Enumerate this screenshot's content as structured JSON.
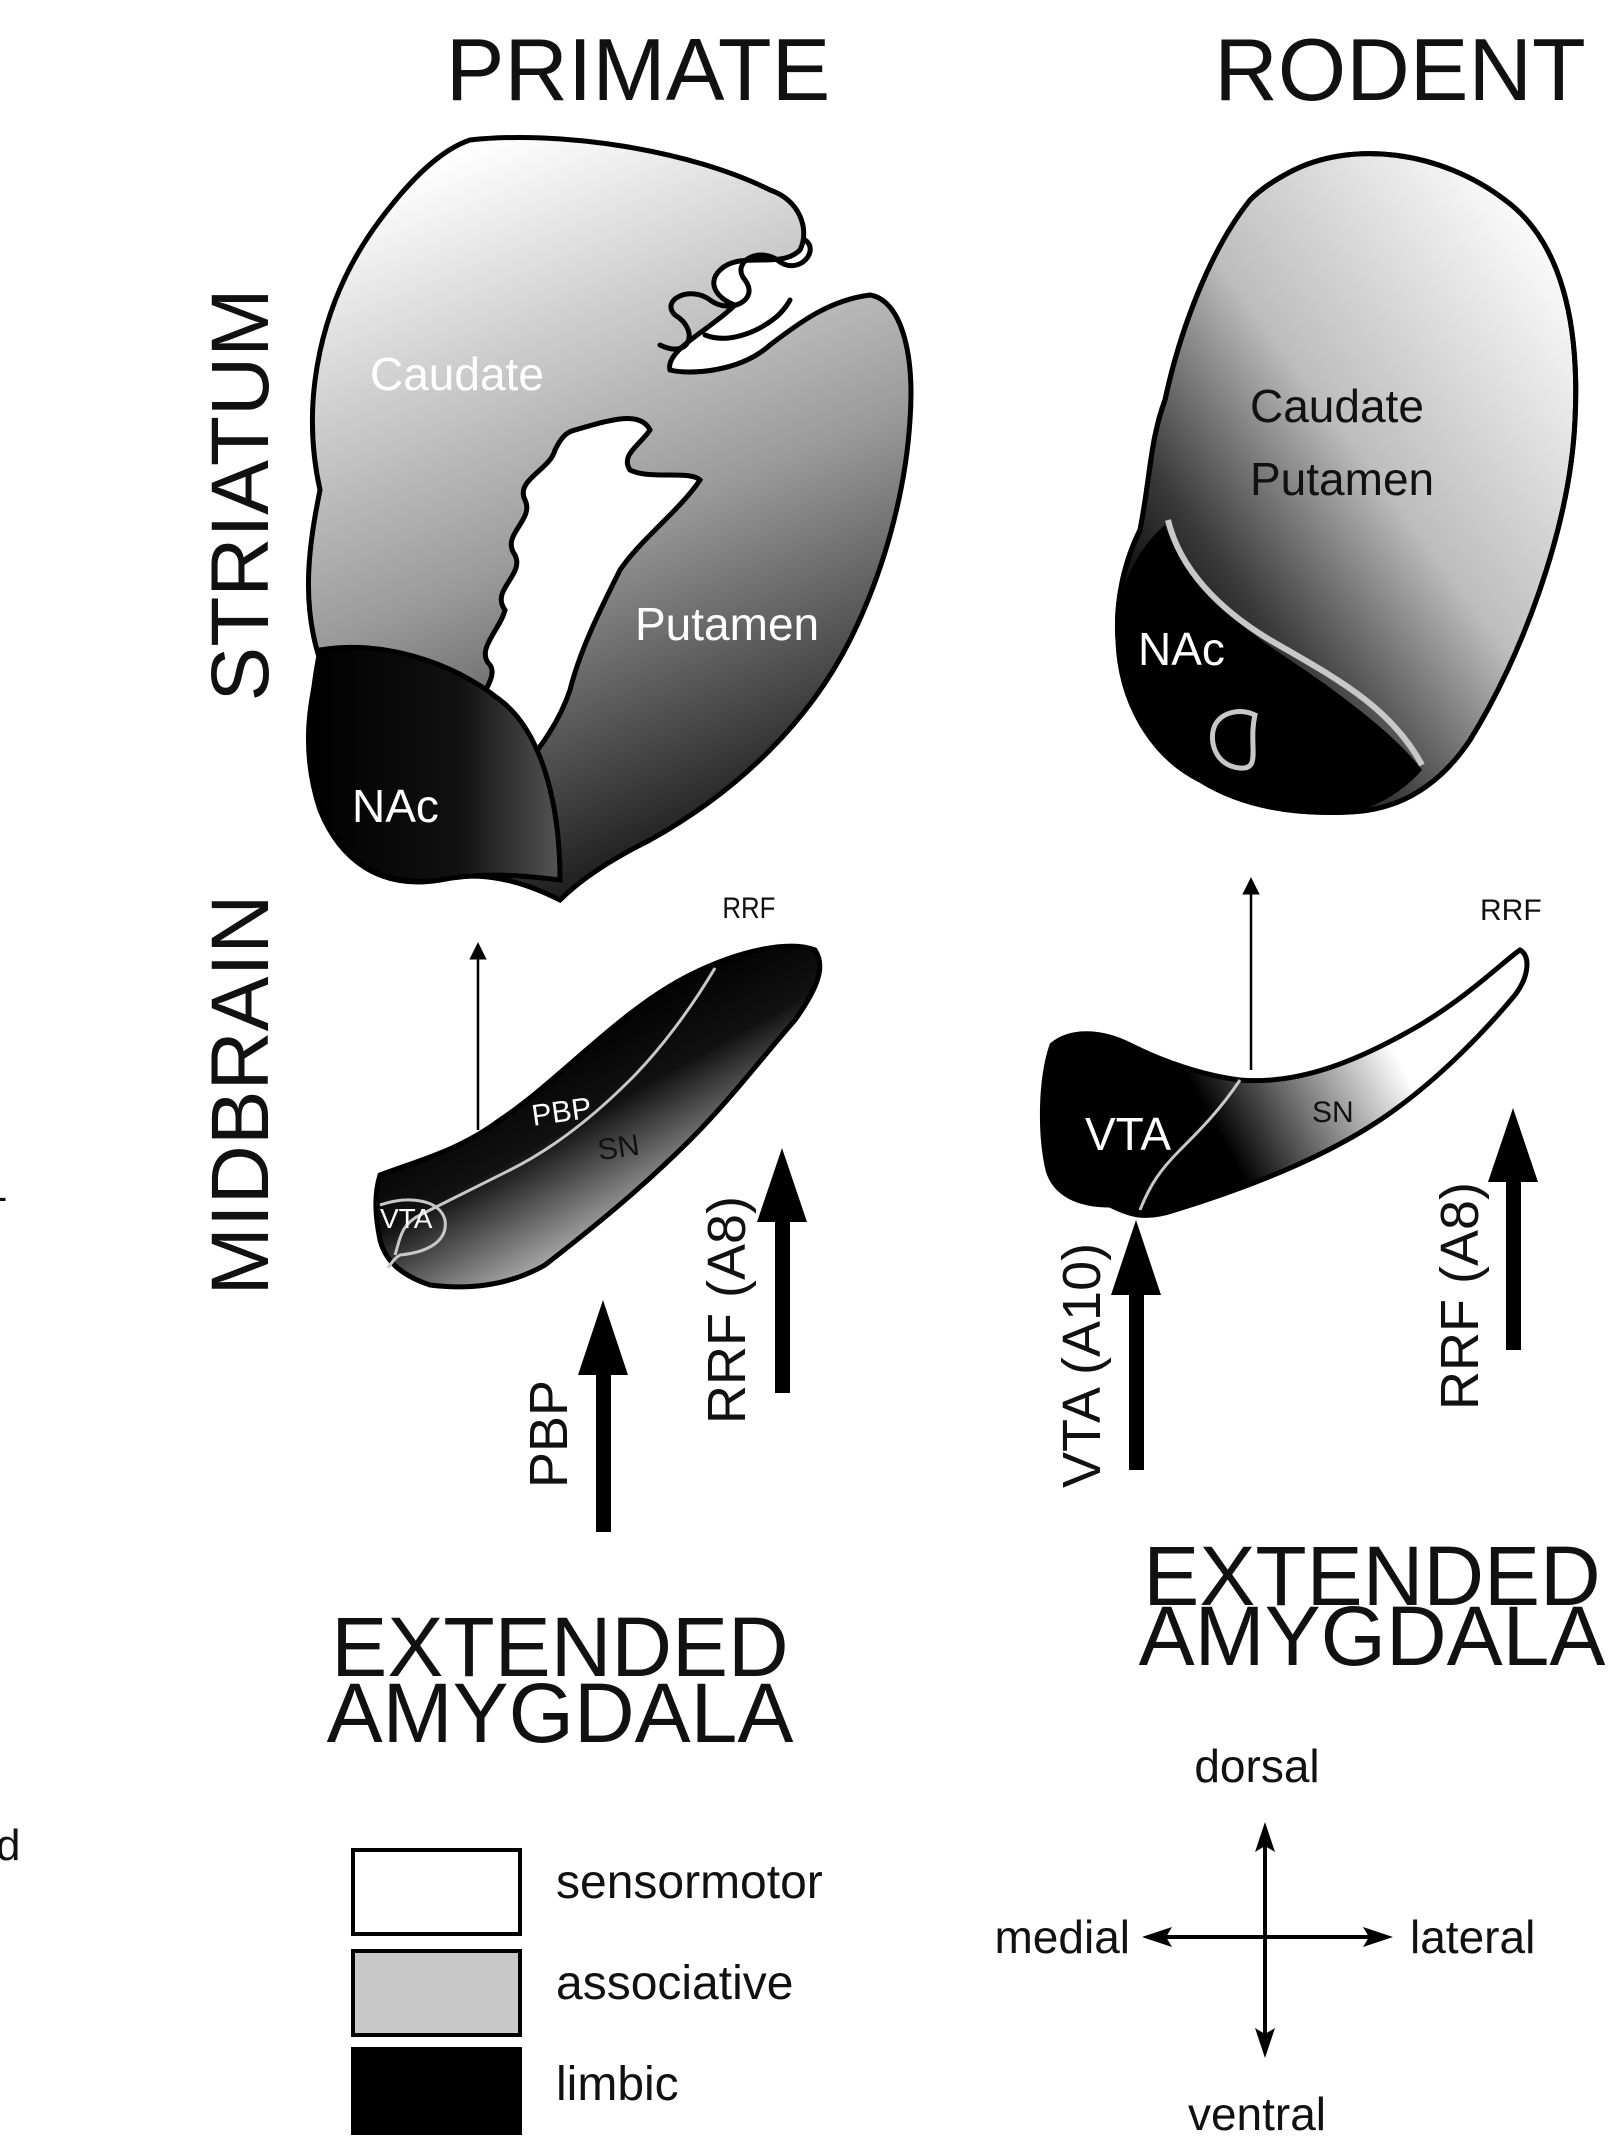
{
  "headings": {
    "primate": "PRIMATE",
    "rodent": "RODENT",
    "striatum": "STRIATUM",
    "midbrain": "MIDBRAIN"
  },
  "primate": {
    "caudate": "Caudate",
    "putamen": "Putamen",
    "nac": "NAc",
    "rrf": "RRF",
    "pbp": "PBP",
    "sn": "SN",
    "vta": "VTA",
    "arrow_pbp": "PBP",
    "arrow_rrf": "RRF (A8)",
    "extended_line1": "EXTENDED",
    "extended_line2": "AMYGDALA"
  },
  "rodent": {
    "caudate_line1": "Caudate",
    "caudate_line2": "Putamen",
    "nac": "NAc",
    "rrf": "RRF",
    "vta": "VTA",
    "sn": "SN",
    "arrow_vta": "VTA (A10)",
    "arrow_rrf": "RRF (A8)",
    "extended_line1": "EXTENDED",
    "extended_line2": "AMYGDALA"
  },
  "legend": {
    "items": [
      {
        "label": "sensormotor",
        "color": "#ffffff"
      },
      {
        "label": "associative",
        "color": "#c8c8c8"
      },
      {
        "label": "limbic",
        "color": "#000000"
      }
    ]
  },
  "compass": {
    "dorsal": "dorsal",
    "ventral": "ventral",
    "medial": "medial",
    "lateral": "lateral"
  },
  "edge_fragments": {
    "dash": "-",
    "d": "d"
  },
  "colors": {
    "limbic": "#000000",
    "associative": "#c8c8c8",
    "sensormotor": "#ffffff",
    "boundary": "#c8c8c8"
  }
}
